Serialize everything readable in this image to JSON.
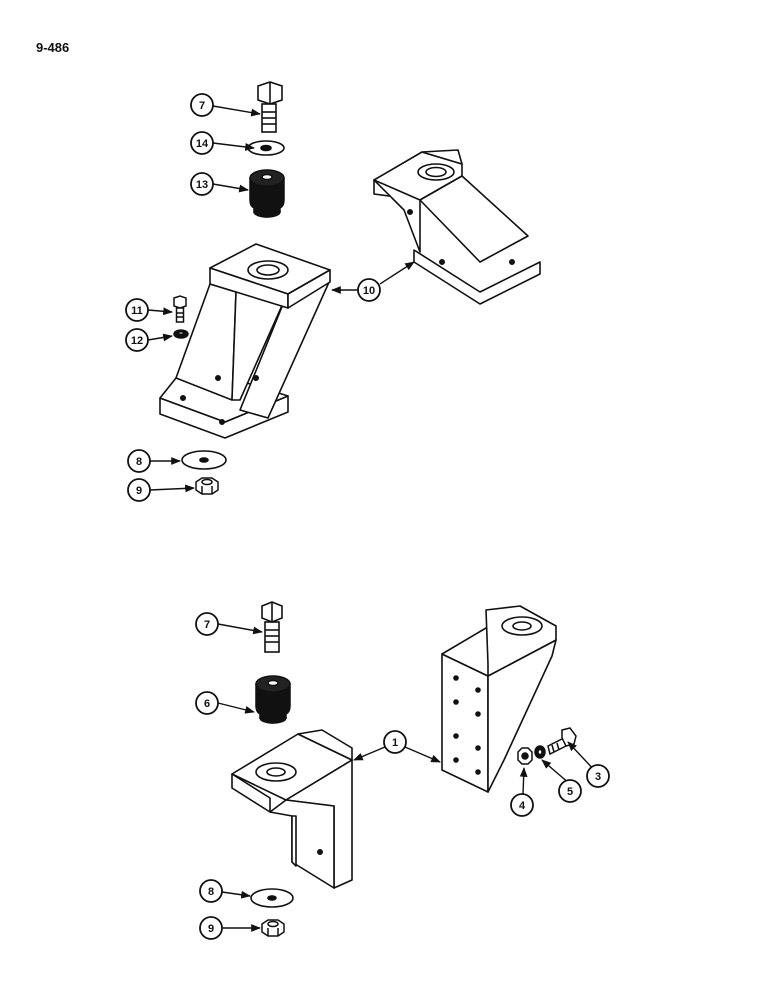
{
  "page_number": "9-486",
  "callouts": {
    "c1": "1",
    "c3": "3",
    "c4": "4",
    "c5": "5",
    "c6": "6",
    "c7a": "7",
    "c7b": "7",
    "c8a": "8",
    "c8b": "8",
    "c9a": "9",
    "c9b": "9",
    "c10": "10",
    "c11": "11",
    "c12": "12",
    "c13": "13",
    "c14": "14"
  }
}
